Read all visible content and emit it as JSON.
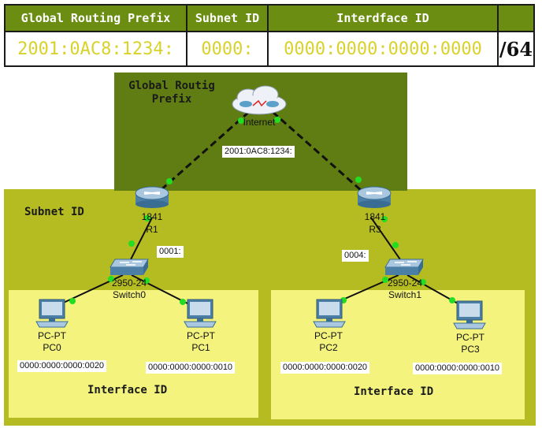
{
  "header": {
    "col1": "Global Routing Prefix",
    "col2": "Subnet ID",
    "col3": "Interdface ID",
    "col4": "",
    "val1": "2001:0AC8:1234:",
    "val2": "0000:",
    "val3": "0000:0000:0000:0000",
    "val4": "/64"
  },
  "zones": {
    "global": "Global Routig\nPrefix",
    "subnet": "Subnet ID",
    "if_left": "Interface ID",
    "if_right": "Interface ID"
  },
  "devices": {
    "cloud": "Internet",
    "r1_model": "1841",
    "r1_name": "R1",
    "r3_model": "1841",
    "r3_name": "R3",
    "sw0_model": "2950-24",
    "sw0_name": "Switch0",
    "sw1_model": "2950-24",
    "sw1_name": "Switch1",
    "pc0_type": "PC-PT",
    "pc0_name": "PC0",
    "pc1_type": "PC-PT",
    "pc1_name": "PC1",
    "pc2_type": "PC-PT",
    "pc2_name": "PC2",
    "pc3_type": "PC-PT",
    "pc3_name": "PC3"
  },
  "link_labels": {
    "wan": "2001:0AC8:1234:",
    "lan_left": "0001:",
    "lan_right": "0004:",
    "pc0_if": "0000:0000:0000:0020",
    "pc1_if": "0000:0000:0000:0010",
    "pc2_if": "0000:0000:0000:0020",
    "pc3_if": "0000:0000:0000:0010"
  },
  "colors": {
    "global_zone": "#5f7d12",
    "subnet_zone": "#b5bc22",
    "interface_zone": "#f3f37e",
    "header_fill": "#6b8e12",
    "prefix_text": "#d8d22a",
    "link_dot": "#22dd22"
  }
}
